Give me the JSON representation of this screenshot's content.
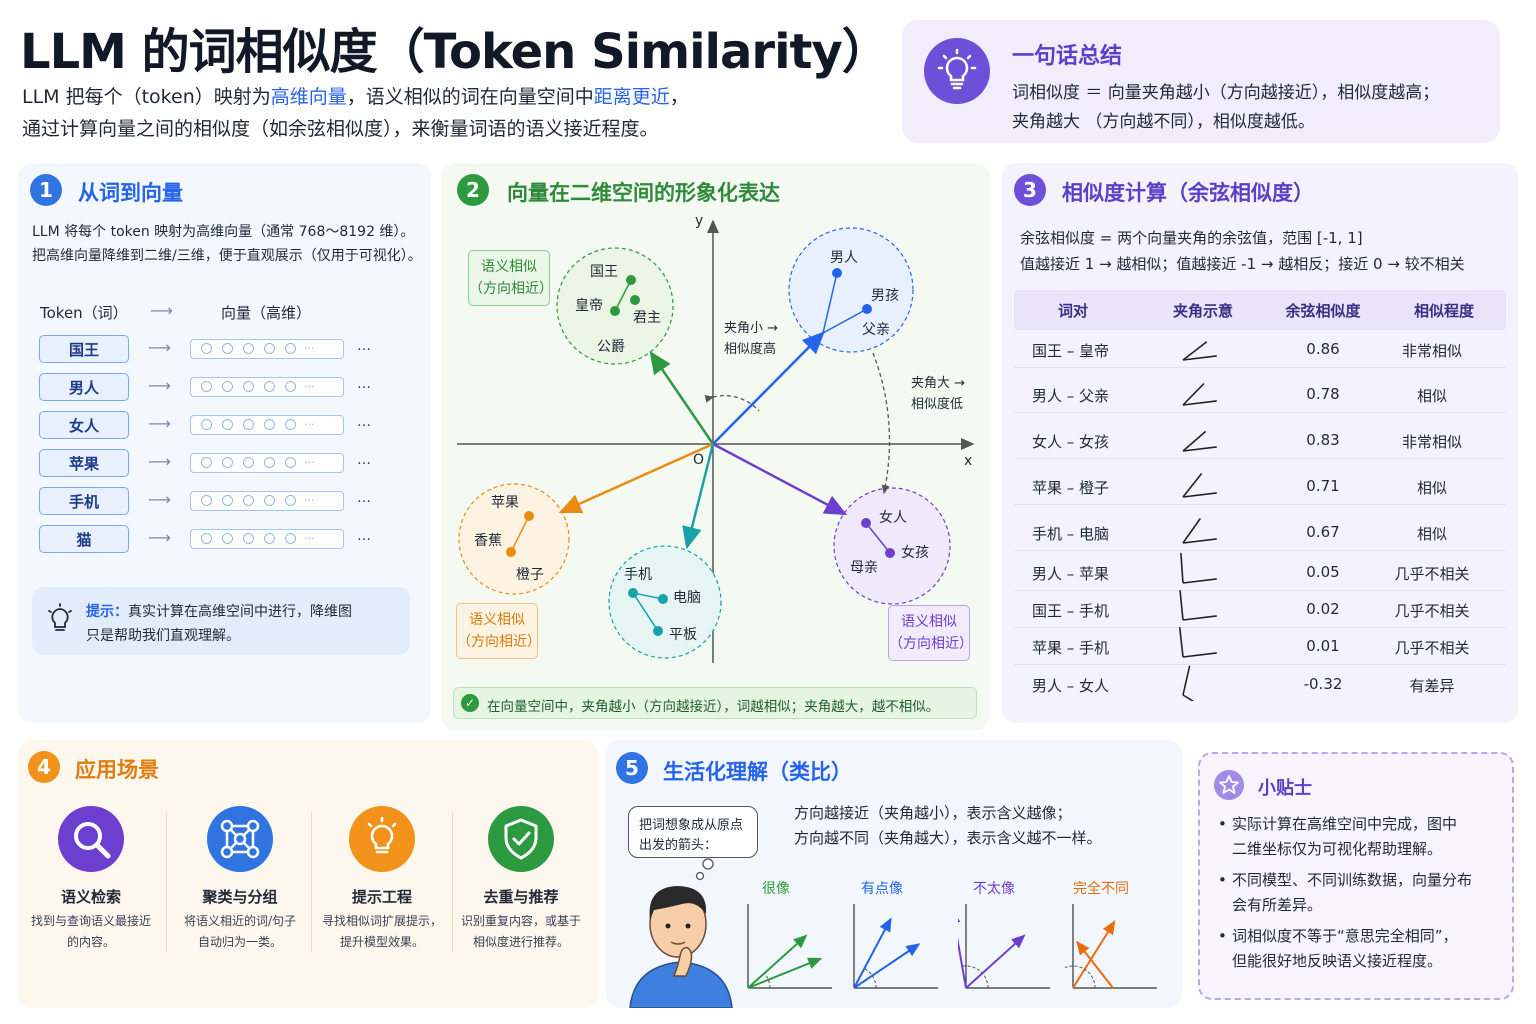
{
  "header": {
    "title": "LLM 的词相似度（Token Similarity）",
    "intro_line1": [
      "LLM 把每个（token）映射为",
      "高维向量",
      "，语义相似的词在向量空间中",
      "距离更近",
      "，"
    ],
    "intro_line2": "通过计算向量之间的相似度（如余弦相似度），来衡量词语的语义接近程度。"
  },
  "summary": {
    "icon": "lightbulb-icon",
    "title": "一句话总结",
    "line1": "词相似度 ＝ 向量夹角越小（方向越接近），相似度越高；",
    "line2": "夹角越大 （方向越不同），相似度越低。"
  },
  "section1": {
    "number": "1",
    "title": "从词到向量",
    "desc1": "LLM 将每个 token 映射为高维向量（通常 768～8192 维）。",
    "desc2": "把高维向量降维到二维/三维，便于直观展示（仅用于可视化）。",
    "col_token": "Token（词）",
    "col_arrow": "⟶",
    "col_vector": "向量（高维）",
    "tokens": [
      "国王",
      "男人",
      "女人",
      "苹果",
      "手机",
      "猫"
    ],
    "row_arrow": "⟶",
    "vec_more": "···",
    "ellipsis": "…",
    "tip_icon": "lightbulb-icon",
    "tip_label": "提示：",
    "tip_line1": "真实计算在高维空间中进行，降维图",
    "tip_line2": "只是帮助我们直观理解。"
  },
  "section2": {
    "number": "2",
    "title": "向量在二维空间的形象化表达",
    "axis_y": "y",
    "axis_x": "x",
    "origin": "O",
    "cluster_royal": {
      "words": [
        "国王",
        "皇帝",
        "君主",
        "公爵"
      ],
      "color": "#2e9a3f"
    },
    "cluster_male": {
      "words": [
        "男人",
        "男孩",
        "父亲"
      ],
      "color": "#2563eb"
    },
    "cluster_female": {
      "words": [
        "女人",
        "女孩",
        "母亲"
      ],
      "color": "#6d3fd0"
    },
    "cluster_fruit": {
      "words": [
        "苹果",
        "香蕉",
        "橙子"
      ],
      "color": "#ea8c12"
    },
    "cluster_device": {
      "words": [
        "手机",
        "电脑",
        "平板"
      ],
      "color": "#17a2a8"
    },
    "tag_green": [
      "语义相似",
      "（方向相近）"
    ],
    "tag_orange": [
      "语义相似",
      "（方向相近）"
    ],
    "tag_purple": [
      "语义相似",
      "（方向相近）"
    ],
    "small_angle": [
      "夹角小 →",
      "相似度高"
    ],
    "large_angle": [
      "夹角大 →",
      "相似度低"
    ],
    "note": "在向量空间中，夹角越小（方向越接近），词越相似；夹角越大，越不相似。"
  },
  "section3": {
    "number": "3",
    "title": "相似度计算（余弦相似度）",
    "desc1": "余弦相似度 = 两个向量夹角的余弦值，范围 [-1, 1]",
    "desc2": "值越接近 1 → 越相似；值越接近 -1 → 越相反；接近 0 → 较不相关",
    "headers": [
      "词对",
      "夹角示意",
      "余弦相似度",
      "相似程度"
    ],
    "rows": [
      {
        "pair": "国王 – 皇帝",
        "value": "0.86",
        "level": "非常相似"
      },
      {
        "pair": "男人 – 父亲",
        "value": "0.78",
        "level": "相似"
      },
      {
        "pair": "女人 – 女孩",
        "value": "0.83",
        "level": "非常相似"
      },
      {
        "pair": "苹果 – 橙子",
        "value": "0.71",
        "level": "相似"
      },
      {
        "pair": "手机 – 电脑",
        "value": "0.67",
        "level": "相似"
      },
      {
        "pair": "男人 – 苹果",
        "value": "0.05",
        "level": "几乎不相关"
      },
      {
        "pair": "国王 – 手机",
        "value": "0.02",
        "level": "几乎不相关"
      },
      {
        "pair": "苹果 – 手机",
        "value": "0.01",
        "level": "几乎不相关"
      },
      {
        "pair": "男人 – 女人",
        "value": "-0.32",
        "level": "有差异"
      }
    ]
  },
  "section4": {
    "number": "4",
    "title": "应用场景",
    "apps": [
      {
        "icon": "search-icon",
        "title": "语义检索",
        "desc1": "找到与查询语义最接近",
        "desc2": "的内容。",
        "color": "#6d3fd0"
      },
      {
        "icon": "cluster-icon",
        "title": "聚类与分组",
        "desc1": "将语义相近的词/句子",
        "desc2": "自动归为一类。",
        "color": "#2f74e0"
      },
      {
        "icon": "lightbulb-icon",
        "title": "提示工程",
        "desc1": "寻找相似词扩展提示，",
        "desc2": "提升模型效果。",
        "color": "#f2921b"
      },
      {
        "icon": "shield-check-icon",
        "title": "去重与推荐",
        "desc1": "识别重复内容，或基于",
        "desc2": "相似度进行推荐。",
        "color": "#2e9a3f"
      }
    ]
  },
  "section5": {
    "number": "5",
    "title": "生活化理解（类比）",
    "bubble1": "把词想象成从原点",
    "bubble2": "出发的箭头：",
    "line1": "方向越接近（夹角越小），表示含义越像；",
    "line2": "方向越不同（夹角越大），表示含义越不一样。",
    "analogies": [
      {
        "label": "很像",
        "color": "#2e9a3f"
      },
      {
        "label": "有点像",
        "color": "#2563eb"
      },
      {
        "label": "不太像",
        "color": "#6d3fd0"
      },
      {
        "label": "完全不同",
        "color": "#ea6c12"
      }
    ]
  },
  "tips": {
    "icon": "star-icon",
    "title": "小贴士",
    "items": [
      [
        "实际计算在高维空间中完成，图中",
        "二维坐标仅为可视化帮助理解。"
      ],
      [
        "不同模型、不同训练数据，向量分布",
        "会有所差异。"
      ],
      [
        "词相似度不等于“意思完全相同”，",
        "但能很好地反映语义接近程度。"
      ]
    ]
  }
}
